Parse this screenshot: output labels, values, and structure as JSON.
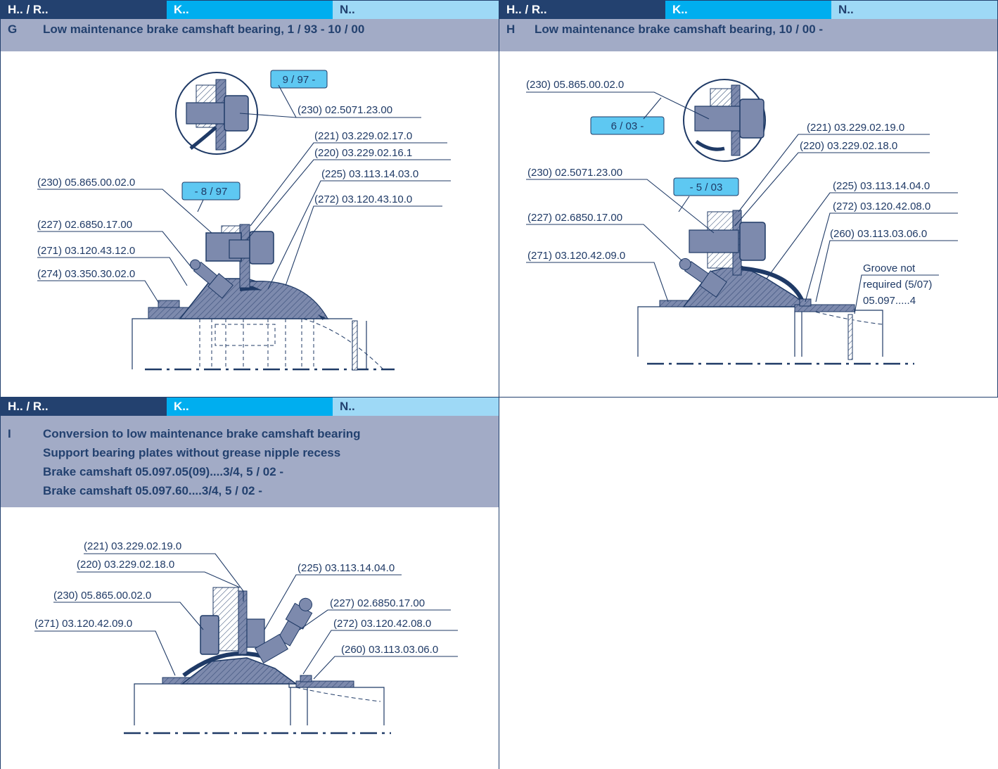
{
  "panels": {
    "g": {
      "header": {
        "col1": "H.. / R..",
        "col2": "K..",
        "col3": "N.."
      },
      "title": {
        "letter": "G",
        "text": "Low maintenance brake camshaft bearing, 1 / 93 - 10 / 00"
      },
      "badges": {
        "b1": "9 / 97 -",
        "b2": "- 8 / 97"
      },
      "labels": {
        "l1": "(230) 02.5071.23.00",
        "l2": "(221) 03.229.02.17.0",
        "l3": "(220) 03.229.02.16.1",
        "l4": "(225) 03.113.14.03.0",
        "l5": "(272) 03.120.43.10.0",
        "l6": "(230) 05.865.00.02.0",
        "l7": "(227) 02.6850.17.00",
        "l8": "(271) 03.120.43.12.0",
        "l9": "(274) 03.350.30.02.0"
      }
    },
    "h": {
      "header": {
        "col1": "H.. / R..",
        "col2": "K..",
        "col3": "N.."
      },
      "title": {
        "letter": "H",
        "text": "Low maintenance brake camshaft bearing, 10 / 00 -"
      },
      "badges": {
        "b1": "6 / 03 -",
        "b2": "- 5 / 03"
      },
      "labels": {
        "l1": "(230) 05.865.00.02.0",
        "l2": "(221) 03.229.02.19.0",
        "l3": "(220) 03.229.02.18.0",
        "l4": "(230) 02.5071.23.00",
        "l5": "(225) 03.113.14.04.0",
        "l6": "(272) 03.120.42.08.0",
        "l7": "(227) 02.6850.17.00",
        "l8": "(260) 03.113.03.06.0",
        "l9": "(271) 03.120.42.09.0",
        "note1": "Groove not",
        "note2": "required (5/07)",
        "note3": "05.097.....4"
      }
    },
    "i": {
      "header": {
        "col1": "H.. / R..",
        "col2": "K..",
        "col3": "N.."
      },
      "title": {
        "letter": "I",
        "line1": "Conversion to low maintenance brake camshaft bearing",
        "line2": "Support bearing plates without grease nipple recess",
        "line3": "Brake camshaft 05.097.05(09)....3/4, 5 / 02 -",
        "line4": "Brake camshaft 05.097.60....3/4, 5 / 02 -"
      },
      "labels": {
        "l1": "(221) 03.229.02.19.0",
        "l2": "(220) 03.229.02.18.0",
        "l3": "(225) 03.113.14.04.0",
        "l4": "(230) 05.865.00.02.0",
        "l5": "(227) 02.6850.17.00",
        "l6": "(271) 03.120.42.09.0",
        "l7": "(272) 03.120.42.08.0",
        "l8": "(260) 03.113.03.06.0"
      }
    }
  },
  "colors": {
    "navy": "#23416f",
    "cyan": "#00aeef",
    "light_blue": "#9ed9f6",
    "title_gray": "#a2abc6",
    "part_fill": "#7d8aad",
    "badge_fill": "#5ec8f2"
  }
}
